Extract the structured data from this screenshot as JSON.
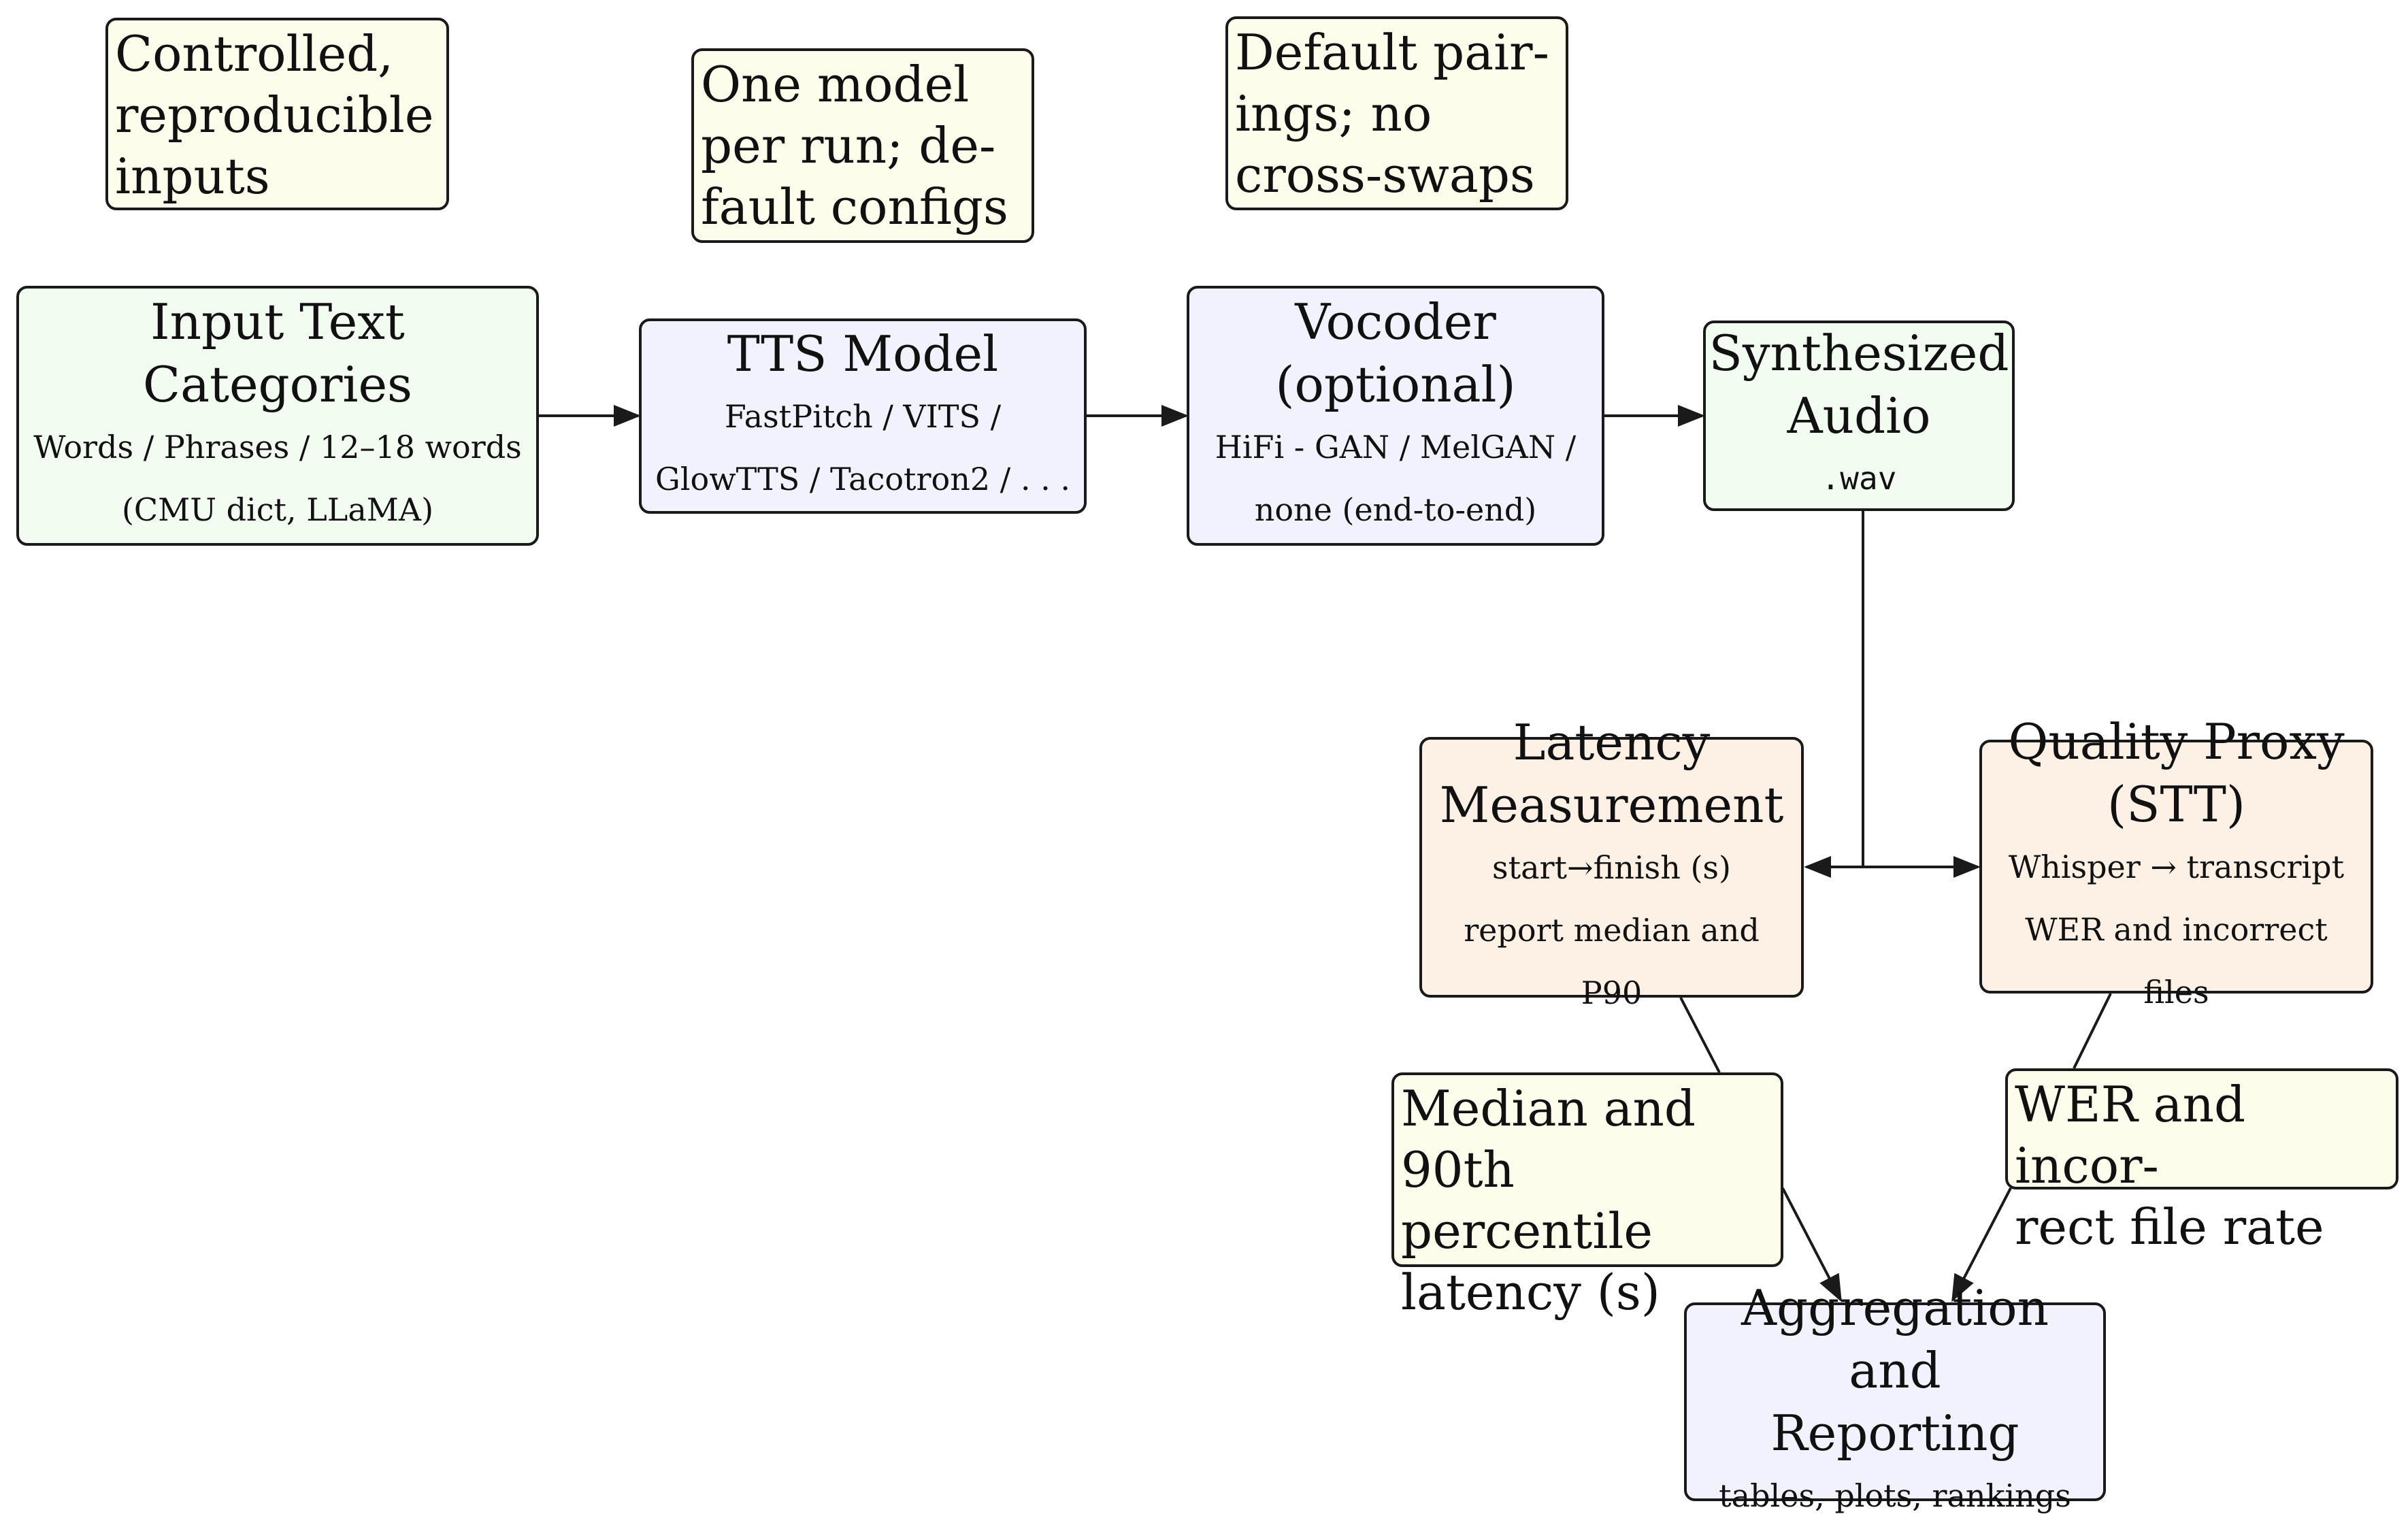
{
  "notes": {
    "inputs": "Controlled,\nreproducible\ninputs",
    "model": "One model\nper run; de-\nfault configs",
    "pairings": "Default pair-\nings; no\ncross-swaps",
    "latency_out": "Median and\n90th percentile\nlatency (s)",
    "quality_out": "WER and incor-\nrect file rate"
  },
  "nodes": {
    "input_text": {
      "title_1": "Input Text",
      "title_2": "Categories",
      "sub_1": "Words / Phrases / 12–18 words",
      "sub_2": "(CMU dict, LLaMA)"
    },
    "tts_model": {
      "title_1": "TTS Model",
      "sub_1": "FastPitch / VITS /",
      "sub_2": "GlowTTS / Tacotron2 / . . ."
    },
    "vocoder": {
      "title_1": "Vocoder",
      "title_2": "(optional)",
      "sub_1": "HiFi - GAN / MelGAN /",
      "sub_2": "none (end-to-end)"
    },
    "audio": {
      "title_1": "Synthesized",
      "title_2": "Audio",
      "sub_1": ".wav"
    },
    "latency": {
      "title_1": "Latency",
      "title_2": "Measurement",
      "sub_1": "start→finish (s)",
      "sub_2": "report median and P90"
    },
    "quality": {
      "title_1": "Quality Proxy",
      "title_2": "(STT)",
      "sub_1": "Whisper → transcript",
      "sub_2": "WER and incorrect files"
    },
    "aggregation": {
      "title_1": "Aggregation and",
      "title_2": "Reporting",
      "sub_1": "tables, plots, rankings"
    }
  },
  "colors": {
    "green_fill": "#f2fcf1",
    "blue_fill": "#f1f2fd",
    "orange_fill": "#fdf1e6",
    "note_fill": "#fdfdec",
    "stroke": "#1a1a1a"
  }
}
